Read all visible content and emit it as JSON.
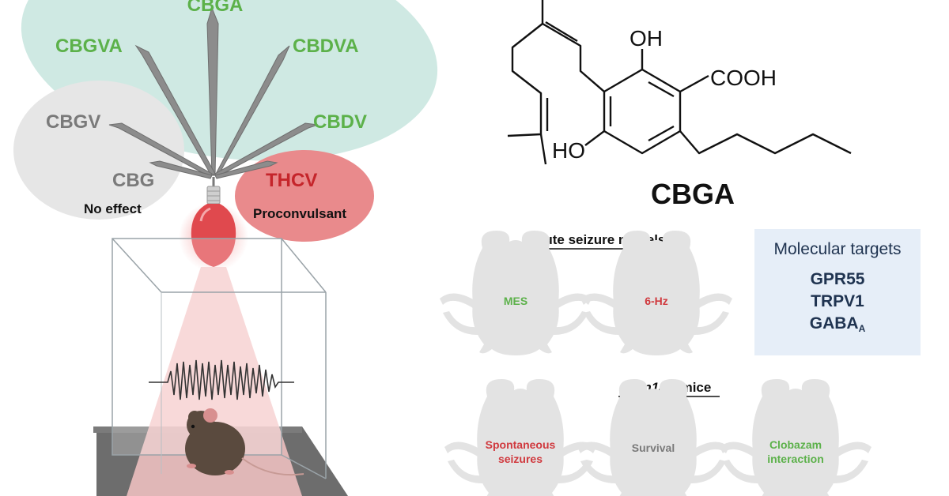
{
  "leaf_labels": {
    "cbga": "CBGA",
    "cbgva": "CBGVA",
    "cbdva": "CBDVA",
    "cbgv": "CBGV",
    "cbdv": "CBDV",
    "cbg": "CBG",
    "no_effect": "No effect",
    "thcv": "THCV",
    "proconvulsant": "Proconvulsant"
  },
  "molecule": {
    "oh": "OH",
    "cooh": "COOH",
    "ho": "HO",
    "name": "CBGA"
  },
  "acute": {
    "heading": "Acute seizure models",
    "mice": [
      "MES",
      "6-Hz"
    ]
  },
  "scn": {
    "heading_italic": "Scn1a",
    "heading_sup": "+/-",
    "heading_rest": " mice",
    "mice_line1": [
      "Spontaneous",
      "Survival",
      "Clobazam"
    ],
    "mice_line2": [
      "seizures",
      "",
      "interaction"
    ]
  },
  "targets": {
    "title": "Molecular targets",
    "items": [
      "GPR55",
      "TRPV1",
      "GABA"
    ],
    "gaba_sub": "A"
  },
  "colors": {
    "green": "#5cb14a",
    "gray": "#7a7a7a",
    "red": "#d0393e",
    "teal_ellipse": "#cfe9e3",
    "gray_ellipse": "#e6e6e6",
    "red_ellipse": "#e98a8c",
    "mouse": "#e3e3e3",
    "panel": "#e6eef8",
    "navy": "#1f3350",
    "beam": "#f4c4c4"
  }
}
